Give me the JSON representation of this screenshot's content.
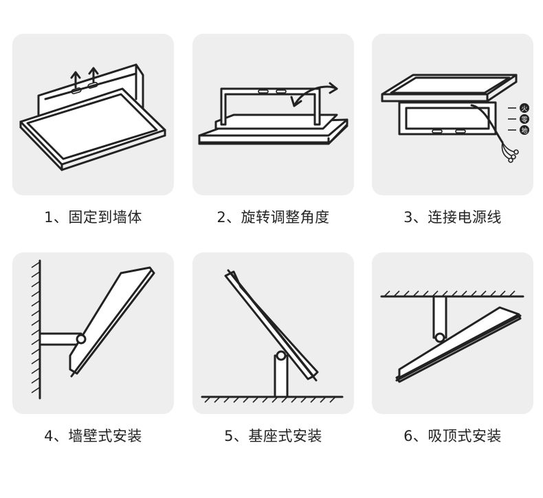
{
  "steps": [
    {
      "label": "1、固定到墙体",
      "icon": "wall-mount-fixing-illustration"
    },
    {
      "label": "2、旋转调整角度",
      "icon": "rotate-angle-illustration"
    },
    {
      "label": "3、连接电源线",
      "icon": "power-wiring-illustration"
    },
    {
      "label": "4、墙壁式安装",
      "icon": "wall-installation-illustration"
    },
    {
      "label": "5、基座式安装",
      "icon": "base-installation-illustration"
    },
    {
      "label": "6、吸顶式安装",
      "icon": "ceiling-installation-illustration"
    }
  ],
  "wire_labels": [
    "火",
    "零",
    "地"
  ]
}
